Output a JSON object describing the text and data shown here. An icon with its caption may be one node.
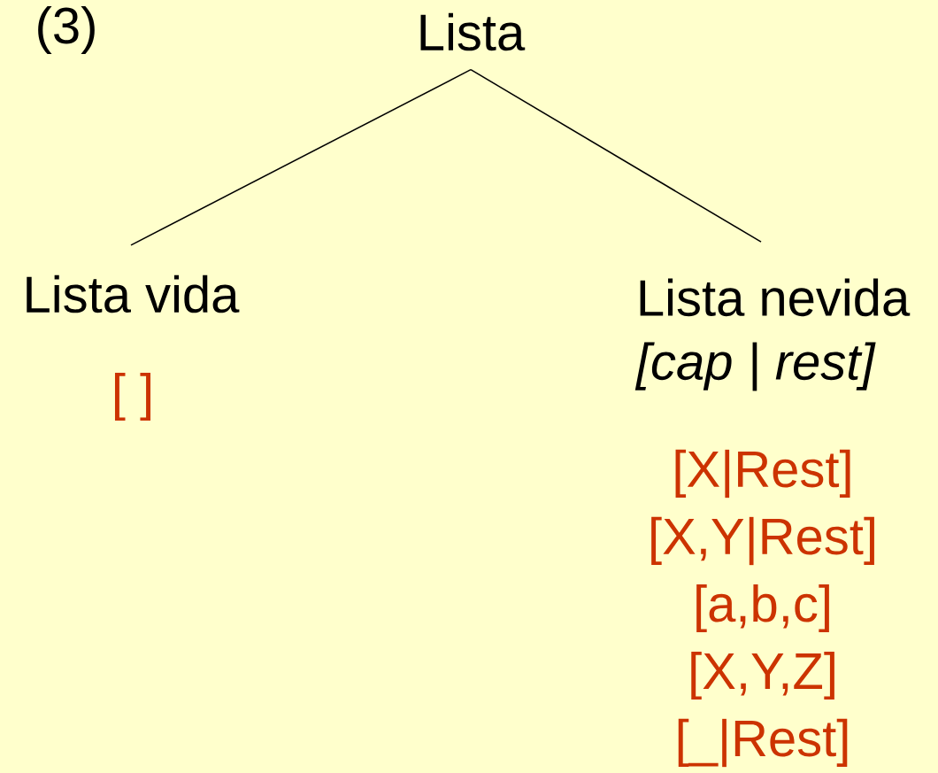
{
  "diagram": {
    "nodes": [
      {
        "text": [
          "Lista"
        ]
      },
      {
        "text": [
          "Lista vida"
        ],
        "beside": [
          "[ ]"
        ]
      },
      {
        "text": [
          "Lista nevida",
          "[cap | rest]"
        ],
        "beside": [
          "[X|Rest]",
          "[X,Y|Rest]",
          "[a,b,c]",
          "[X,Y,Z]",
          "[_|Rest]"
        ]
      }
    ],
    "edges": [
      {
        "from": 0,
        "to": 1,
        "arrow": "none"
      },
      {
        "from": 0,
        "to": 2,
        "arrow": "none"
      }
    ],
    "labels": [
      "(3)"
    ]
  }
}
